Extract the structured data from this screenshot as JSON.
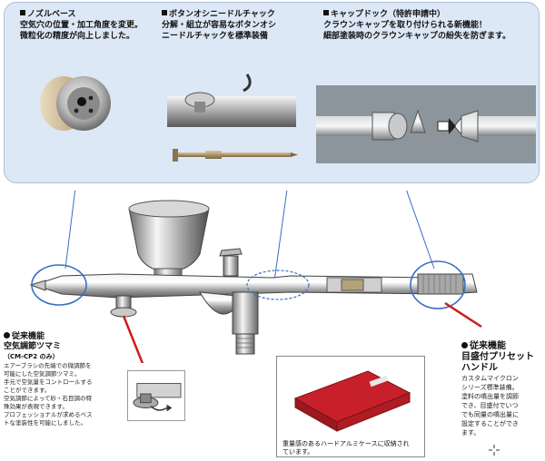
{
  "features": {
    "nozzle_base": {
      "title": "ノズルベース",
      "lines": [
        "空気穴の位置・加工角度を変更。",
        "微粒化の精度が向上しました。"
      ]
    },
    "button_needle_chuck": {
      "title": "ボタンオシニードルチャック",
      "lines": [
        "分解・組立が容易なボタンオシ",
        "ニードルチャックを標準装備"
      ]
    },
    "cap_dock": {
      "title": "キャップドック（特許申請中）",
      "lines": [
        "クラウンキャップを取り付けられる新機能！",
        "細部塗装時のクラウンキャップの紛失を防ぎます。"
      ]
    }
  },
  "left_callout": {
    "title": "従来機能",
    "subtitle": "空気調節ツマミ",
    "model": "（CM-CP2 のみ）",
    "lines": [
      "エアーブラシの先端での微調節を",
      "可能にした空気調節ツマミ。",
      "手元で空気量をコントロールする",
      "ことができます。",
      "空気調節によって砂・石目調の特",
      "殊効果が表現できます。",
      "プロフェッショナルが求めるベス",
      "トな塗装性を可能にしました。"
    ]
  },
  "right_callout": {
    "title": "従来機能",
    "subtitle1": "目盛付プリセット",
    "subtitle2": "ハンドル",
    "lines": [
      "カスタムマイクロン",
      "シリーズ標準装備。",
      "塗料の噴出量を調節",
      "でき、目盛付でいつ",
      "でも同量の噴出量に",
      "設定することができ",
      "ます。"
    ]
  },
  "case": {
    "caption_line1": "重量感のあるハードアルミケースに収納され",
    "caption_line2": "ています。"
  },
  "colors": {
    "panel_bg": "#dde8f6",
    "panel_border": "#a9bfdc",
    "highlight_ring": "#3a6fc4",
    "pointer_red": "#d11a1a",
    "case_red": "#c8202a"
  }
}
